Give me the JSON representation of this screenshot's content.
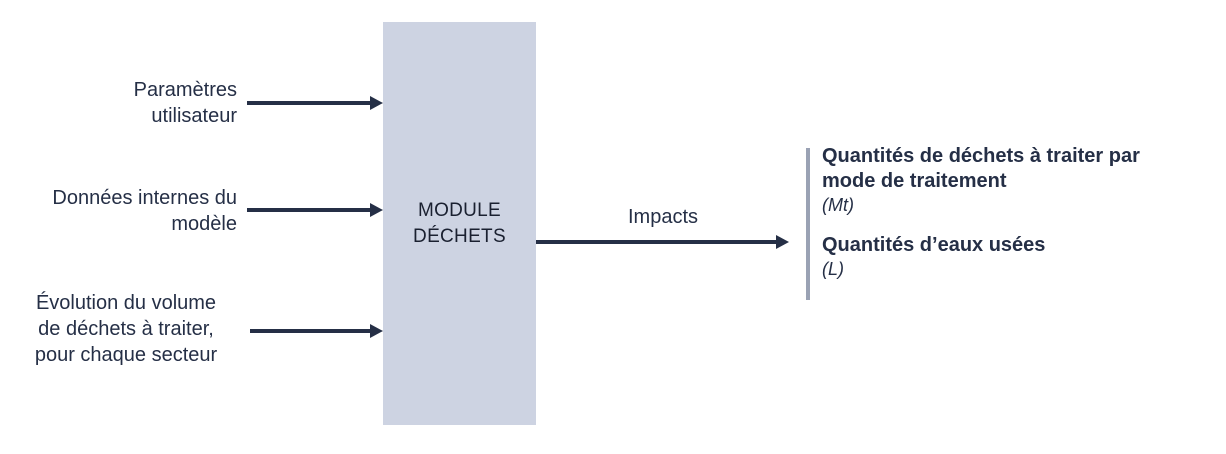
{
  "colors": {
    "ink": "#252f46",
    "module_fill": "#cdd3e2",
    "output_bar": "#9aa2b4"
  },
  "inputs": [
    {
      "label": "Paramètres\nutilisateur"
    },
    {
      "label": "Données internes du\nmodèle"
    },
    {
      "label": "Évolution du volume\nde déchets à traiter,\npour chaque secteur"
    }
  ],
  "module": {
    "label": "MODULE\nDÉCHETS"
  },
  "flow": {
    "impacts_label": "Impacts"
  },
  "outputs": [
    {
      "title": "Quantités de déchets à traiter par\nmode de traitement",
      "unit": "(Mt)"
    },
    {
      "title": "Quantités d’eaux usées",
      "unit": "(L)"
    }
  ]
}
